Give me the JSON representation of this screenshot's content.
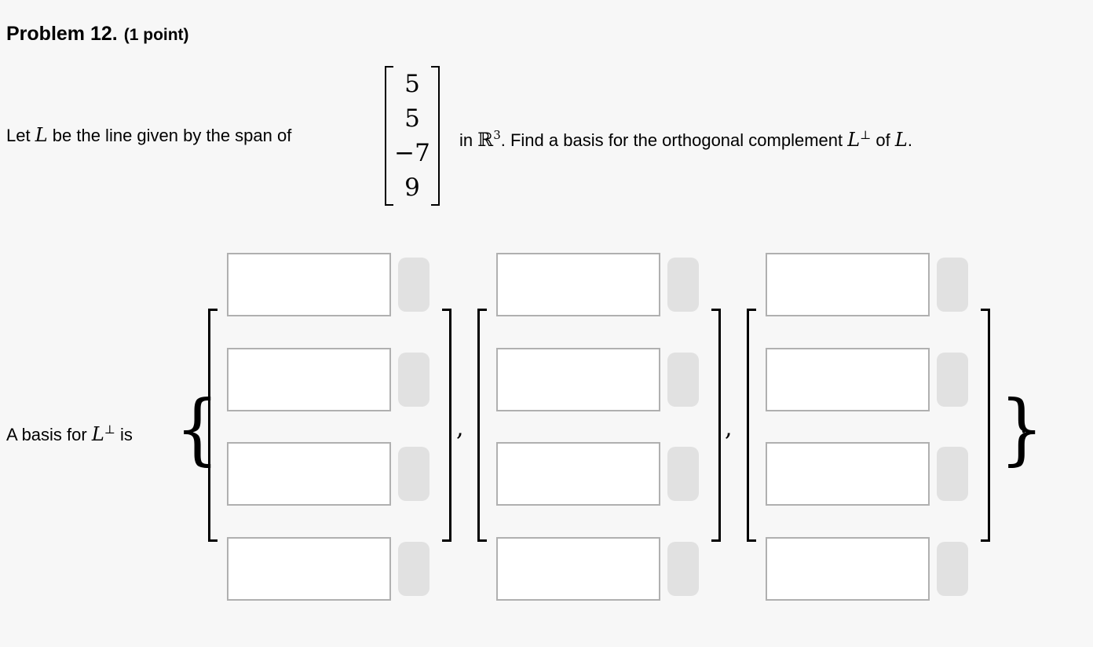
{
  "heading": {
    "title": "Problem 12.",
    "points": "(1 point)"
  },
  "statement": {
    "lead": "Let",
    "L": "L",
    "mid": "be the line given by the span of",
    "vector": [
      "5",
      "5",
      "−7",
      "9"
    ],
    "in_word": "in",
    "R": "ℝ",
    "R_exp": "3",
    "find": ". Find a basis for the orthogonal complement",
    "L2": "L",
    "perp": "⊥",
    "of_word": "of",
    "L3": "L",
    "end": "."
  },
  "answer": {
    "label_lead": "A basis for",
    "L": "L",
    "perp": "⊥",
    "label_tail": "is",
    "open_brace": "{",
    "comma": ",",
    "close_brace": "}",
    "period": ".",
    "vectors": [
      [
        "",
        "",
        "",
        ""
      ],
      [
        "",
        "",
        "",
        ""
      ],
      [
        "",
        "",
        "",
        ""
      ]
    ]
  },
  "colors": {
    "background": "#f7f7f7",
    "input_border": "#b0b0b0",
    "pill_fill": "#e1e1e1",
    "bracket": "#000000",
    "text": "#000000"
  }
}
